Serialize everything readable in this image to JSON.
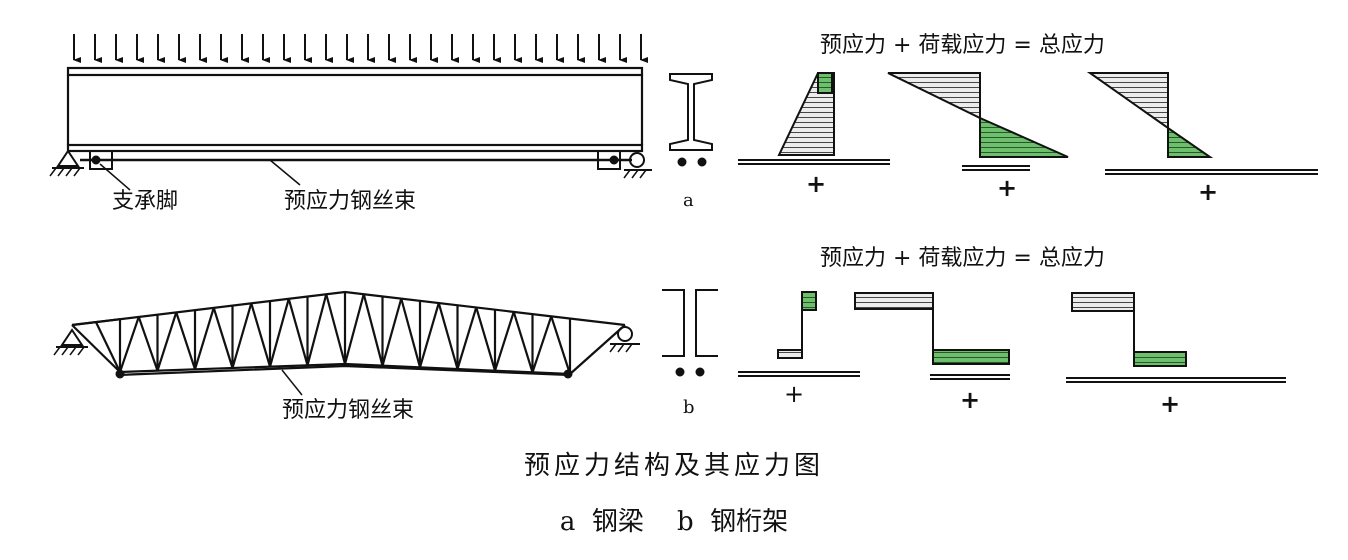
{
  "labels": {
    "support_foot": "支承脚",
    "tendon_a": "预应力钢丝束",
    "tendon_b": "预应力钢丝束",
    "panel_a": "a",
    "panel_b": "b",
    "equation_a": "预应力 + 荷载应力 = 总应力",
    "equation_b": "预应力 + 荷载应力 = 总应力",
    "plus_sign": "+"
  },
  "caption": {
    "line1": "预应力结构及其应力图",
    "line2": "a  钢梁    b  钢桁架"
  },
  "colors": {
    "ink": "#111111",
    "hatch_fill": "#e6e6e6",
    "green_fill": "#6dbf6d"
  }
}
